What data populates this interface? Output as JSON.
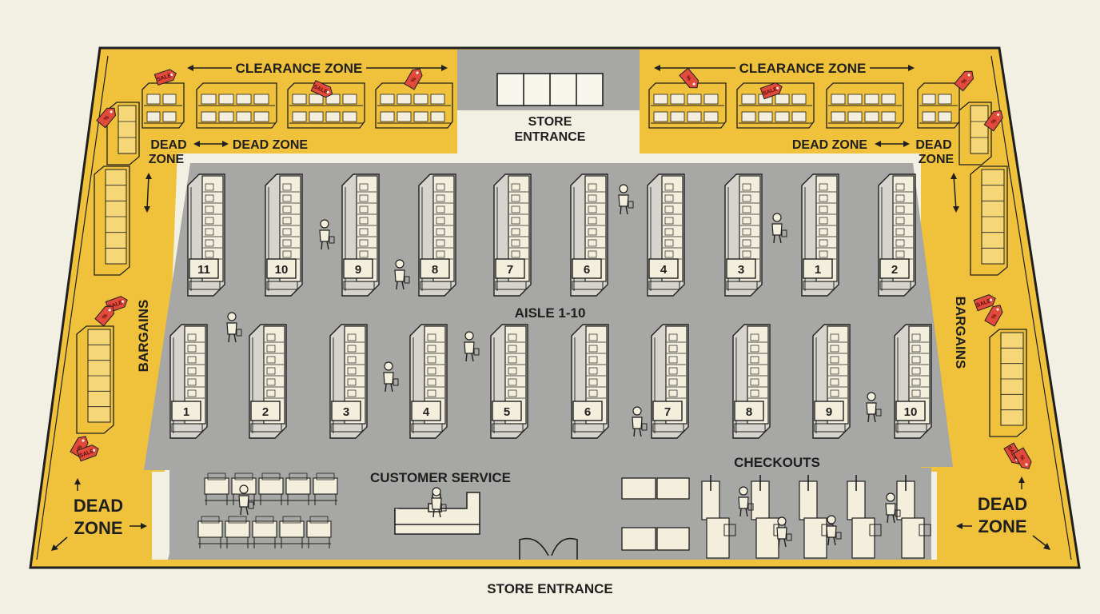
{
  "labels": {
    "top_entrance_line1": "STORE",
    "top_entrance_line2": "ENTRANCE",
    "bottom_entrance": "STORE ENTRANCE",
    "clearance_left": "CLEARANCE ZONE",
    "clearance_right": "CLEARANCE ZONE",
    "dead_zone": "DEAD ZONE",
    "dead_zone_line1": "DEAD",
    "dead_zone_line2": "ZONE",
    "bargains": "BARGAINS",
    "aisle_range": "AISLE 1-10",
    "customer_service": "CUSTOMER SERVICE",
    "checkouts": "CHECKOUTS",
    "sale_tag": "SALE",
    "percent_tag": "%"
  },
  "aisles": {
    "top_row": [
      "11",
      "10",
      "9",
      "8",
      "7",
      "6",
      "4",
      "3",
      "1",
      "2"
    ],
    "bottom_row": [
      "1",
      "2",
      "3",
      "4",
      "5",
      "6",
      "7",
      "8",
      "9",
      "10"
    ]
  },
  "colors": {
    "background": "#f2efe3",
    "perimeter_zone": "#f0c23c",
    "floor": "#a7a7a5",
    "outline": "#1f1f1f",
    "tag": "#e24a3b",
    "shelf_face": "#f4efdd"
  }
}
